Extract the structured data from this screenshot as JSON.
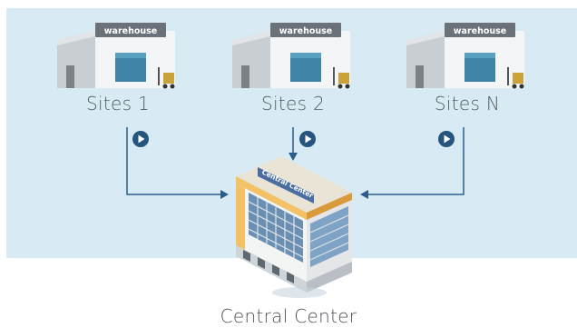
{
  "sites": [
    {
      "label": "Sites 1",
      "sign": "warehouse"
    },
    {
      "label": "Sites 2",
      "sign": "warehouse"
    },
    {
      "label": "Sites N",
      "sign": "warehouse"
    }
  ],
  "center": {
    "label": "Central Center",
    "sign": "Central Center"
  },
  "colors": {
    "panel": "#d8ebf4",
    "arrow": "#2b5d8c",
    "play": "#25547f",
    "sign": "#6b7178"
  }
}
